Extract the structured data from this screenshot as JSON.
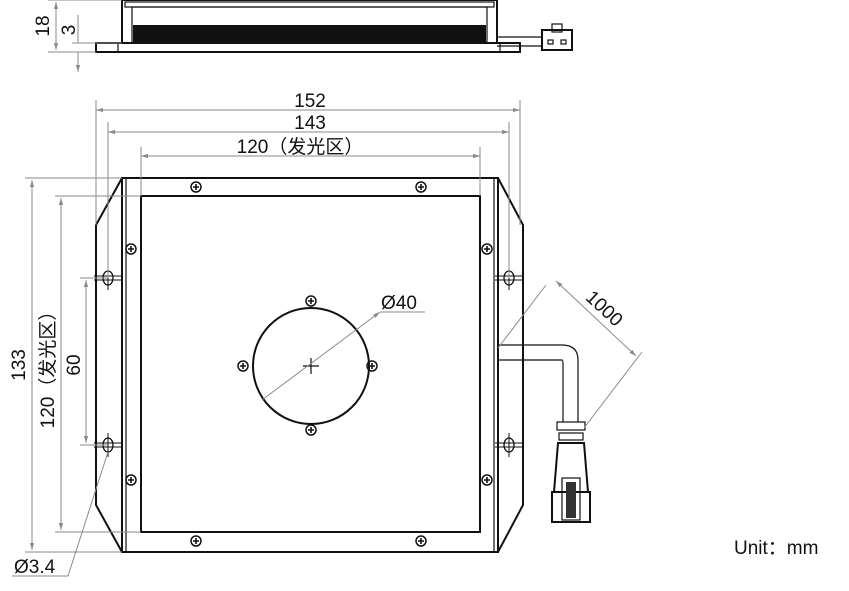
{
  "side_view": {
    "height_total": "18",
    "height_base": "3"
  },
  "front_view": {
    "width_overall": "152",
    "width_holes": "143",
    "width_emitting": "120（发光区）",
    "height_overall": "133",
    "height_emitting": "120（发光区）",
    "hole_spacing": "60",
    "hole_diameter": "Ø3.4",
    "center_hole_diameter": "Ø40",
    "cable_length": "1000"
  },
  "unit_label": "Unit：mm",
  "colors": {
    "line": "#111111",
    "dimension": "#8a8a8a"
  }
}
